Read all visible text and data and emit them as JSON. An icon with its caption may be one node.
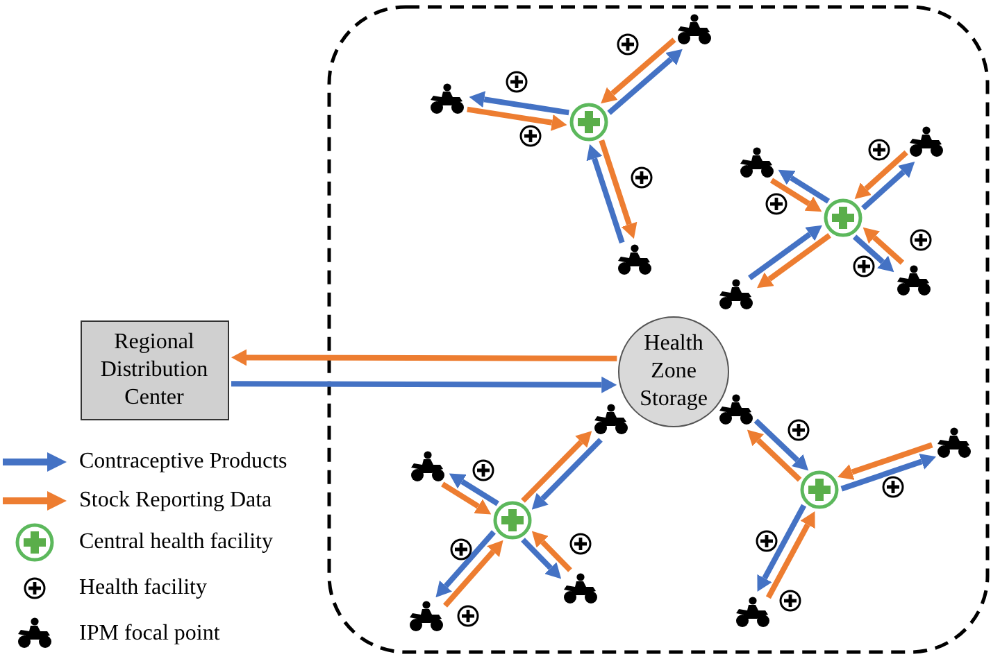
{
  "diagram": {
    "nodes": [
      {
        "text": [
          "Regional Distribution Center"
        ]
      },
      {
        "text": [
          "Health Zone Storage"
        ]
      },
      {
        "text": [],
        "shape": "circle"
      },
      {
        "text": [],
        "shape": "motorcycle"
      },
      {
        "text": [],
        "shape": "motorcycle"
      },
      {
        "text": [],
        "shape": "motorcycle"
      },
      {
        "text": [],
        "shape": "circle"
      },
      {
        "text": [],
        "shape": "motorcycle"
      },
      {
        "text": [],
        "shape": "motorcycle"
      },
      {
        "text": [],
        "shape": "motorcycle"
      },
      {
        "text": [],
        "shape": "motorcycle"
      },
      {
        "text": [],
        "shape": "circle"
      },
      {
        "text": [],
        "shape": "motorcycle"
      },
      {
        "text": [],
        "shape": "motorcycle"
      },
      {
        "text": [],
        "shape": "motorcycle"
      },
      {
        "text": [],
        "shape": "motorcycle"
      },
      {
        "text": [],
        "shape": "circle"
      },
      {
        "text": [],
        "shape": "motorcycle"
      },
      {
        "text": [],
        "shape": "motorcycle"
      },
      {
        "text": [],
        "shape": "motorcycle"
      }
    ],
    "edges": [
      {
        "from": 0,
        "to": 1,
        "arrow": "to",
        "color": "#4472c4"
      },
      {
        "from": 1,
        "to": 0,
        "arrow": "to",
        "color": "#ed7d31"
      },
      {
        "from": 2,
        "to": 3,
        "arrow": "to",
        "color": "#4472c4"
      },
      {
        "from": 3,
        "to": 2,
        "arrow": "to",
        "color": "#ed7d31"
      },
      {
        "from": 2,
        "to": 4,
        "arrow": "to",
        "color": "#4472c4"
      },
      {
        "from": 4,
        "to": 2,
        "arrow": "to",
        "color": "#ed7d31"
      },
      {
        "from": 5,
        "to": 2,
        "arrow": "to",
        "color": "#4472c4"
      },
      {
        "from": 2,
        "to": 5,
        "arrow": "to",
        "color": "#ed7d31"
      },
      {
        "from": 6,
        "to": 7,
        "arrow": "to",
        "color": "#4472c4"
      },
      {
        "from": 7,
        "to": 6,
        "arrow": "to",
        "color": "#ed7d31"
      },
      {
        "from": 6,
        "to": 8,
        "arrow": "to",
        "color": "#4472c4"
      },
      {
        "from": 8,
        "to": 6,
        "arrow": "to",
        "color": "#ed7d31"
      },
      {
        "from": 6,
        "to": 9,
        "arrow": "to",
        "color": "#4472c4"
      },
      {
        "from": 9,
        "to": 6,
        "arrow": "to",
        "color": "#ed7d31"
      },
      {
        "from": 10,
        "to": 6,
        "arrow": "to",
        "color": "#4472c4"
      },
      {
        "from": 6,
        "to": 10,
        "arrow": "to",
        "color": "#ed7d31"
      },
      {
        "from": 12,
        "to": 11,
        "arrow": "to",
        "color": "#4472c4"
      },
      {
        "from": 11,
        "to": 12,
        "arrow": "to",
        "color": "#ed7d31"
      },
      {
        "from": 11,
        "to": 13,
        "arrow": "to",
        "color": "#4472c4"
      },
      {
        "from": 13,
        "to": 11,
        "arrow": "to",
        "color": "#ed7d31"
      },
      {
        "from": 11,
        "to": 14,
        "arrow": "to",
        "color": "#4472c4"
      },
      {
        "from": 14,
        "to": 11,
        "arrow": "to",
        "color": "#ed7d31"
      },
      {
        "from": 11,
        "to": 15,
        "arrow": "to",
        "color": "#4472c4"
      },
      {
        "from": 15,
        "to": 11,
        "arrow": "to",
        "color": "#ed7d31"
      },
      {
        "from": 17,
        "to": 16,
        "arrow": "to",
        "color": "#4472c4"
      },
      {
        "from": 16,
        "to": 17,
        "arrow": "to",
        "color": "#ed7d31"
      },
      {
        "from": 16,
        "to": 18,
        "arrow": "to",
        "color": "#4472c4"
      },
      {
        "from": 18,
        "to": 16,
        "arrow": "to",
        "color": "#ed7d31"
      },
      {
        "from": 16,
        "to": 19,
        "arrow": "to",
        "color": "#4472c4"
      },
      {
        "from": 19,
        "to": 16,
        "arrow": "to",
        "color": "#ed7d31"
      }
    ],
    "legend": [
      {
        "text": "Contraceptive Products",
        "color": "#4472c4"
      },
      {
        "text": "Stock Reporting Data",
        "color": "#ed7d31"
      },
      {
        "text": "Central health facility"
      },
      {
        "text": "Health facility"
      },
      {
        "text": "IPM focal point"
      }
    ]
  }
}
